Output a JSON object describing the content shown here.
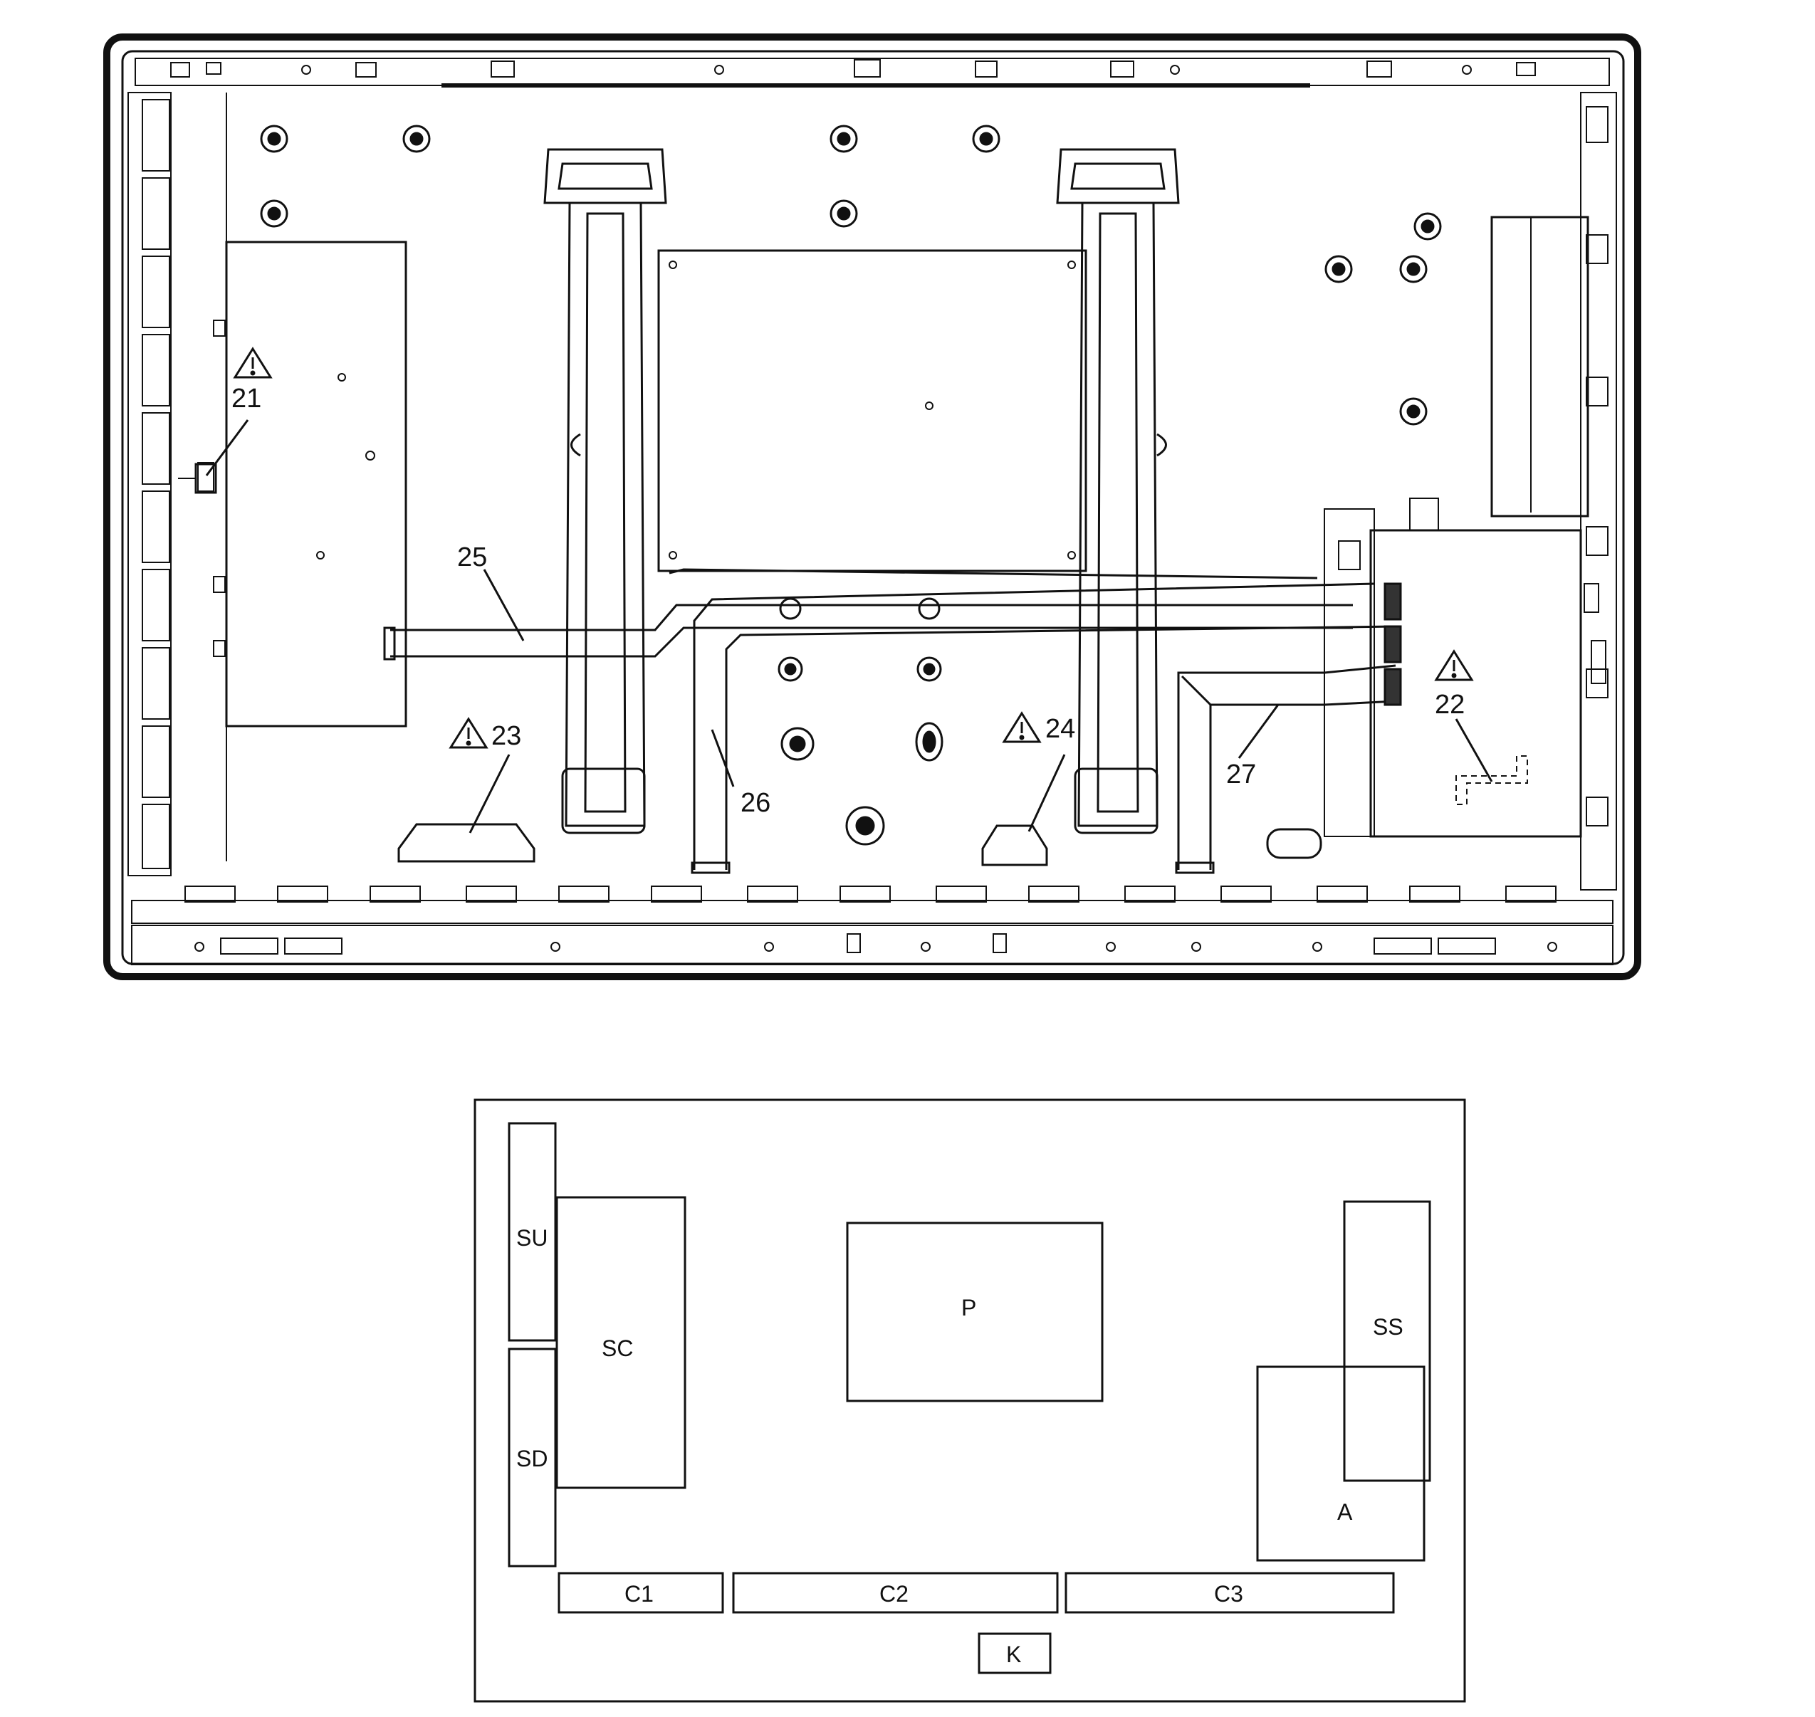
{
  "callouts": {
    "c21": "21",
    "c22": "22",
    "c23": "23",
    "c24": "24",
    "c25": "25",
    "c26": "26",
    "c27": "27"
  },
  "warning_symbol": "warning-triangle-icon",
  "block_map": {
    "SU": "SU",
    "SC": "SC",
    "SD": "SD",
    "P": "P",
    "SS": "SS",
    "A": "A",
    "C1": "C1",
    "C2": "C2",
    "C3": "C3",
    "K": "K"
  }
}
